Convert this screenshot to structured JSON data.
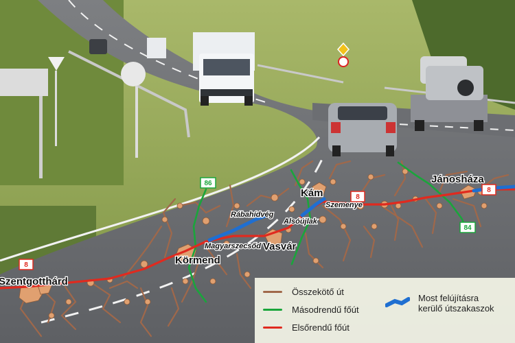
{
  "map": {
    "route_shields": {
      "primary_number": "8",
      "secondary_86": "86",
      "secondary_84": "84"
    },
    "towns": {
      "szentgotthard": "Szentgotthárd",
      "kormend": "Körmend",
      "rabahidveg": "Rábahídvég",
      "magyarszecsod": "Magyarszecsőd",
      "vasvar": "Vasvár",
      "alsoujlak": "Alsóújlak",
      "kam": "Kám",
      "szemenye": "Szemenye",
      "janoshaza": "Jánosháza"
    },
    "colors": {
      "connecting_road": "#a0684a",
      "secondary_road": "#1aa53b",
      "primary_road": "#e02a1f",
      "renovation": "#1f6fd1",
      "settlement": "#e0a070"
    }
  },
  "legend": {
    "connecting_road": "Összekötő út",
    "secondary_road": "Másodrendű főút",
    "primary_road": "Elsőrendű főút",
    "renovation": "Most felújításra kerülő útszakaszok"
  }
}
